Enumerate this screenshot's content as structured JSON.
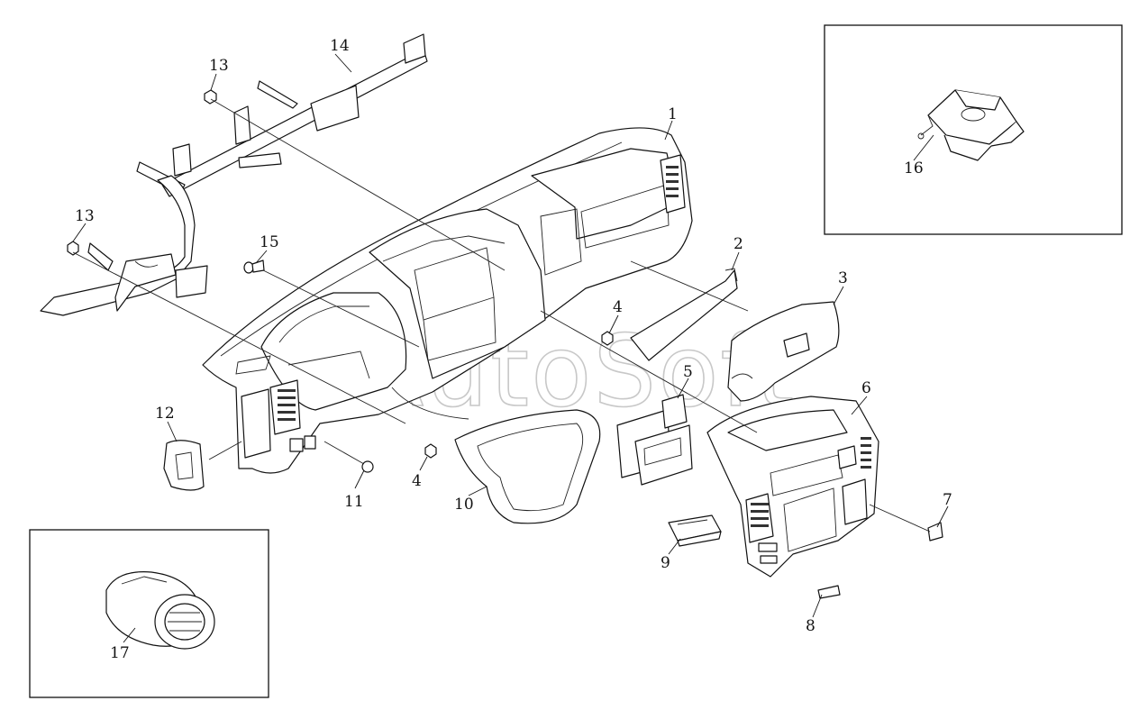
{
  "watermark": "AutoSoft",
  "callouts": [
    {
      "id": "c1",
      "label": "1"
    },
    {
      "id": "c2",
      "label": "2"
    },
    {
      "id": "c3",
      "label": "3"
    },
    {
      "id": "c4a",
      "label": "4"
    },
    {
      "id": "c4b",
      "label": "4"
    },
    {
      "id": "c5",
      "label": "5"
    },
    {
      "id": "c6",
      "label": "6"
    },
    {
      "id": "c7",
      "label": "7"
    },
    {
      "id": "c8",
      "label": "8"
    },
    {
      "id": "c9",
      "label": "9"
    },
    {
      "id": "c10",
      "label": "10"
    },
    {
      "id": "c11",
      "label": "11"
    },
    {
      "id": "c12",
      "label": "12"
    },
    {
      "id": "c13a",
      "label": "13"
    },
    {
      "id": "c13b",
      "label": "13"
    },
    {
      "id": "c14",
      "label": "14"
    },
    {
      "id": "c15",
      "label": "15"
    },
    {
      "id": "c16",
      "label": "16"
    },
    {
      "id": "c17",
      "label": "17"
    }
  ]
}
